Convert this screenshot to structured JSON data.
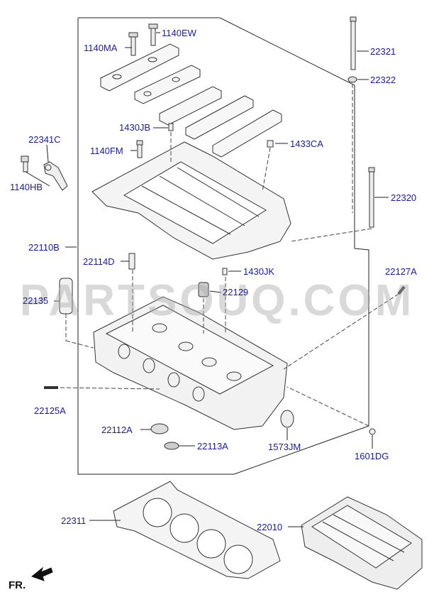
{
  "watermark": "PARTSOUQ.COM",
  "front_marker": "FR.",
  "accent_color": "#1a1aa8",
  "callouts": {
    "c1140EW": "1140EW",
    "c1140MA": "1140MA",
    "c22321": "22321",
    "c22322": "22322",
    "c22341C": "22341C",
    "c1430JB": "1430JB",
    "c1433CA": "1433CA",
    "c1140FM": "1140FM",
    "c1140HB": "1140HB",
    "c22320": "22320",
    "c22110B": "22110B",
    "c22114D": "22114D",
    "c1430JK": "1430JK",
    "c22127A": "22127A",
    "c22135": "22135",
    "c22129": "22129",
    "c22125A": "22125A",
    "c22112A": "22112A",
    "c1573JM": "1573JM",
    "c22113A": "22113A",
    "c1601DG": "1601DG",
    "c22311": "22311",
    "c22010": "22010"
  }
}
